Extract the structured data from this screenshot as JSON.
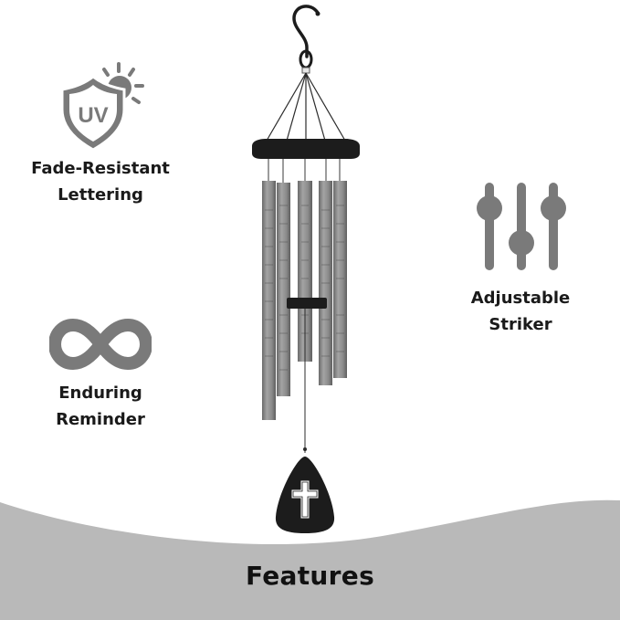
{
  "features": {
    "fade": {
      "line1": "Fade-Resistant",
      "line2": "Lettering",
      "badge_text": "UV",
      "icon": "uv-shield-sun-icon"
    },
    "enduring": {
      "line1": "Enduring",
      "line2": "Reminder",
      "icon": "infinity-icon"
    },
    "striker": {
      "line1": "Adjustable",
      "line2": "Striker",
      "icon": "sliders-icon"
    }
  },
  "footer": {
    "title": "Features"
  },
  "colors": {
    "icon_gray": "#7a7a7a",
    "wave_gray": "#b9b9b9",
    "tube_silver": "#8d8d8d",
    "text_dark": "#1a1a1a"
  }
}
